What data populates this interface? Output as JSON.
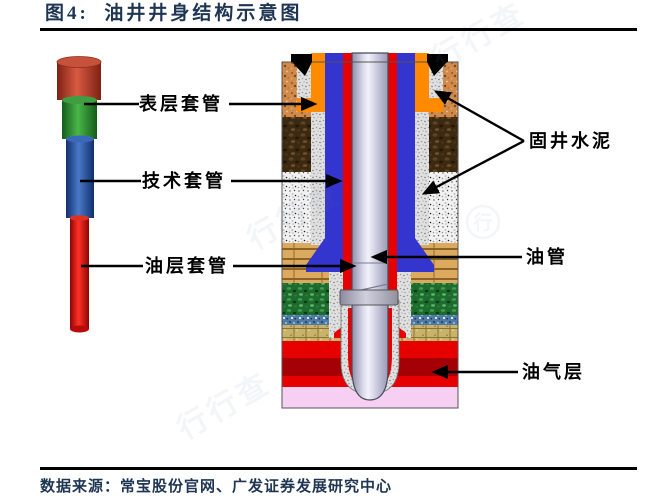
{
  "figure": {
    "title": "图4:  油井井身结构示意图",
    "source": "数据来源：常宝股份官网、广发证券发展研究中心"
  },
  "labels": {
    "surface_casing": "表层套管",
    "technical_casing": "技术套管",
    "oil_layer_casing": "油层套管",
    "well_cement": "固井水泥",
    "oil_tubing": "油管",
    "oil_gas_layer": "油气层"
  },
  "watermark": {
    "text": "行行查",
    "logo_char": "行"
  },
  "colors": {
    "ink": "#1e3553",
    "rule_black": "#000000",
    "label_black": "#000000",
    "casing_orange": "#ff8a00",
    "casing_blue": "#3434cf",
    "casing_red": "#e80000",
    "cement_gray": "#e0e0e0",
    "tubing_lavender": "#c9c9e2",
    "oil_gas_red": "#e60000",
    "oil_gas_dark_band": "#a50006",
    "bottom_pink": "#f7cff3",
    "stack_cap_red": "#c0452f",
    "stack_green": "#2f9e3f",
    "stack_blue": "#2f62b0",
    "stack_tube_red": "#e81414"
  }
}
